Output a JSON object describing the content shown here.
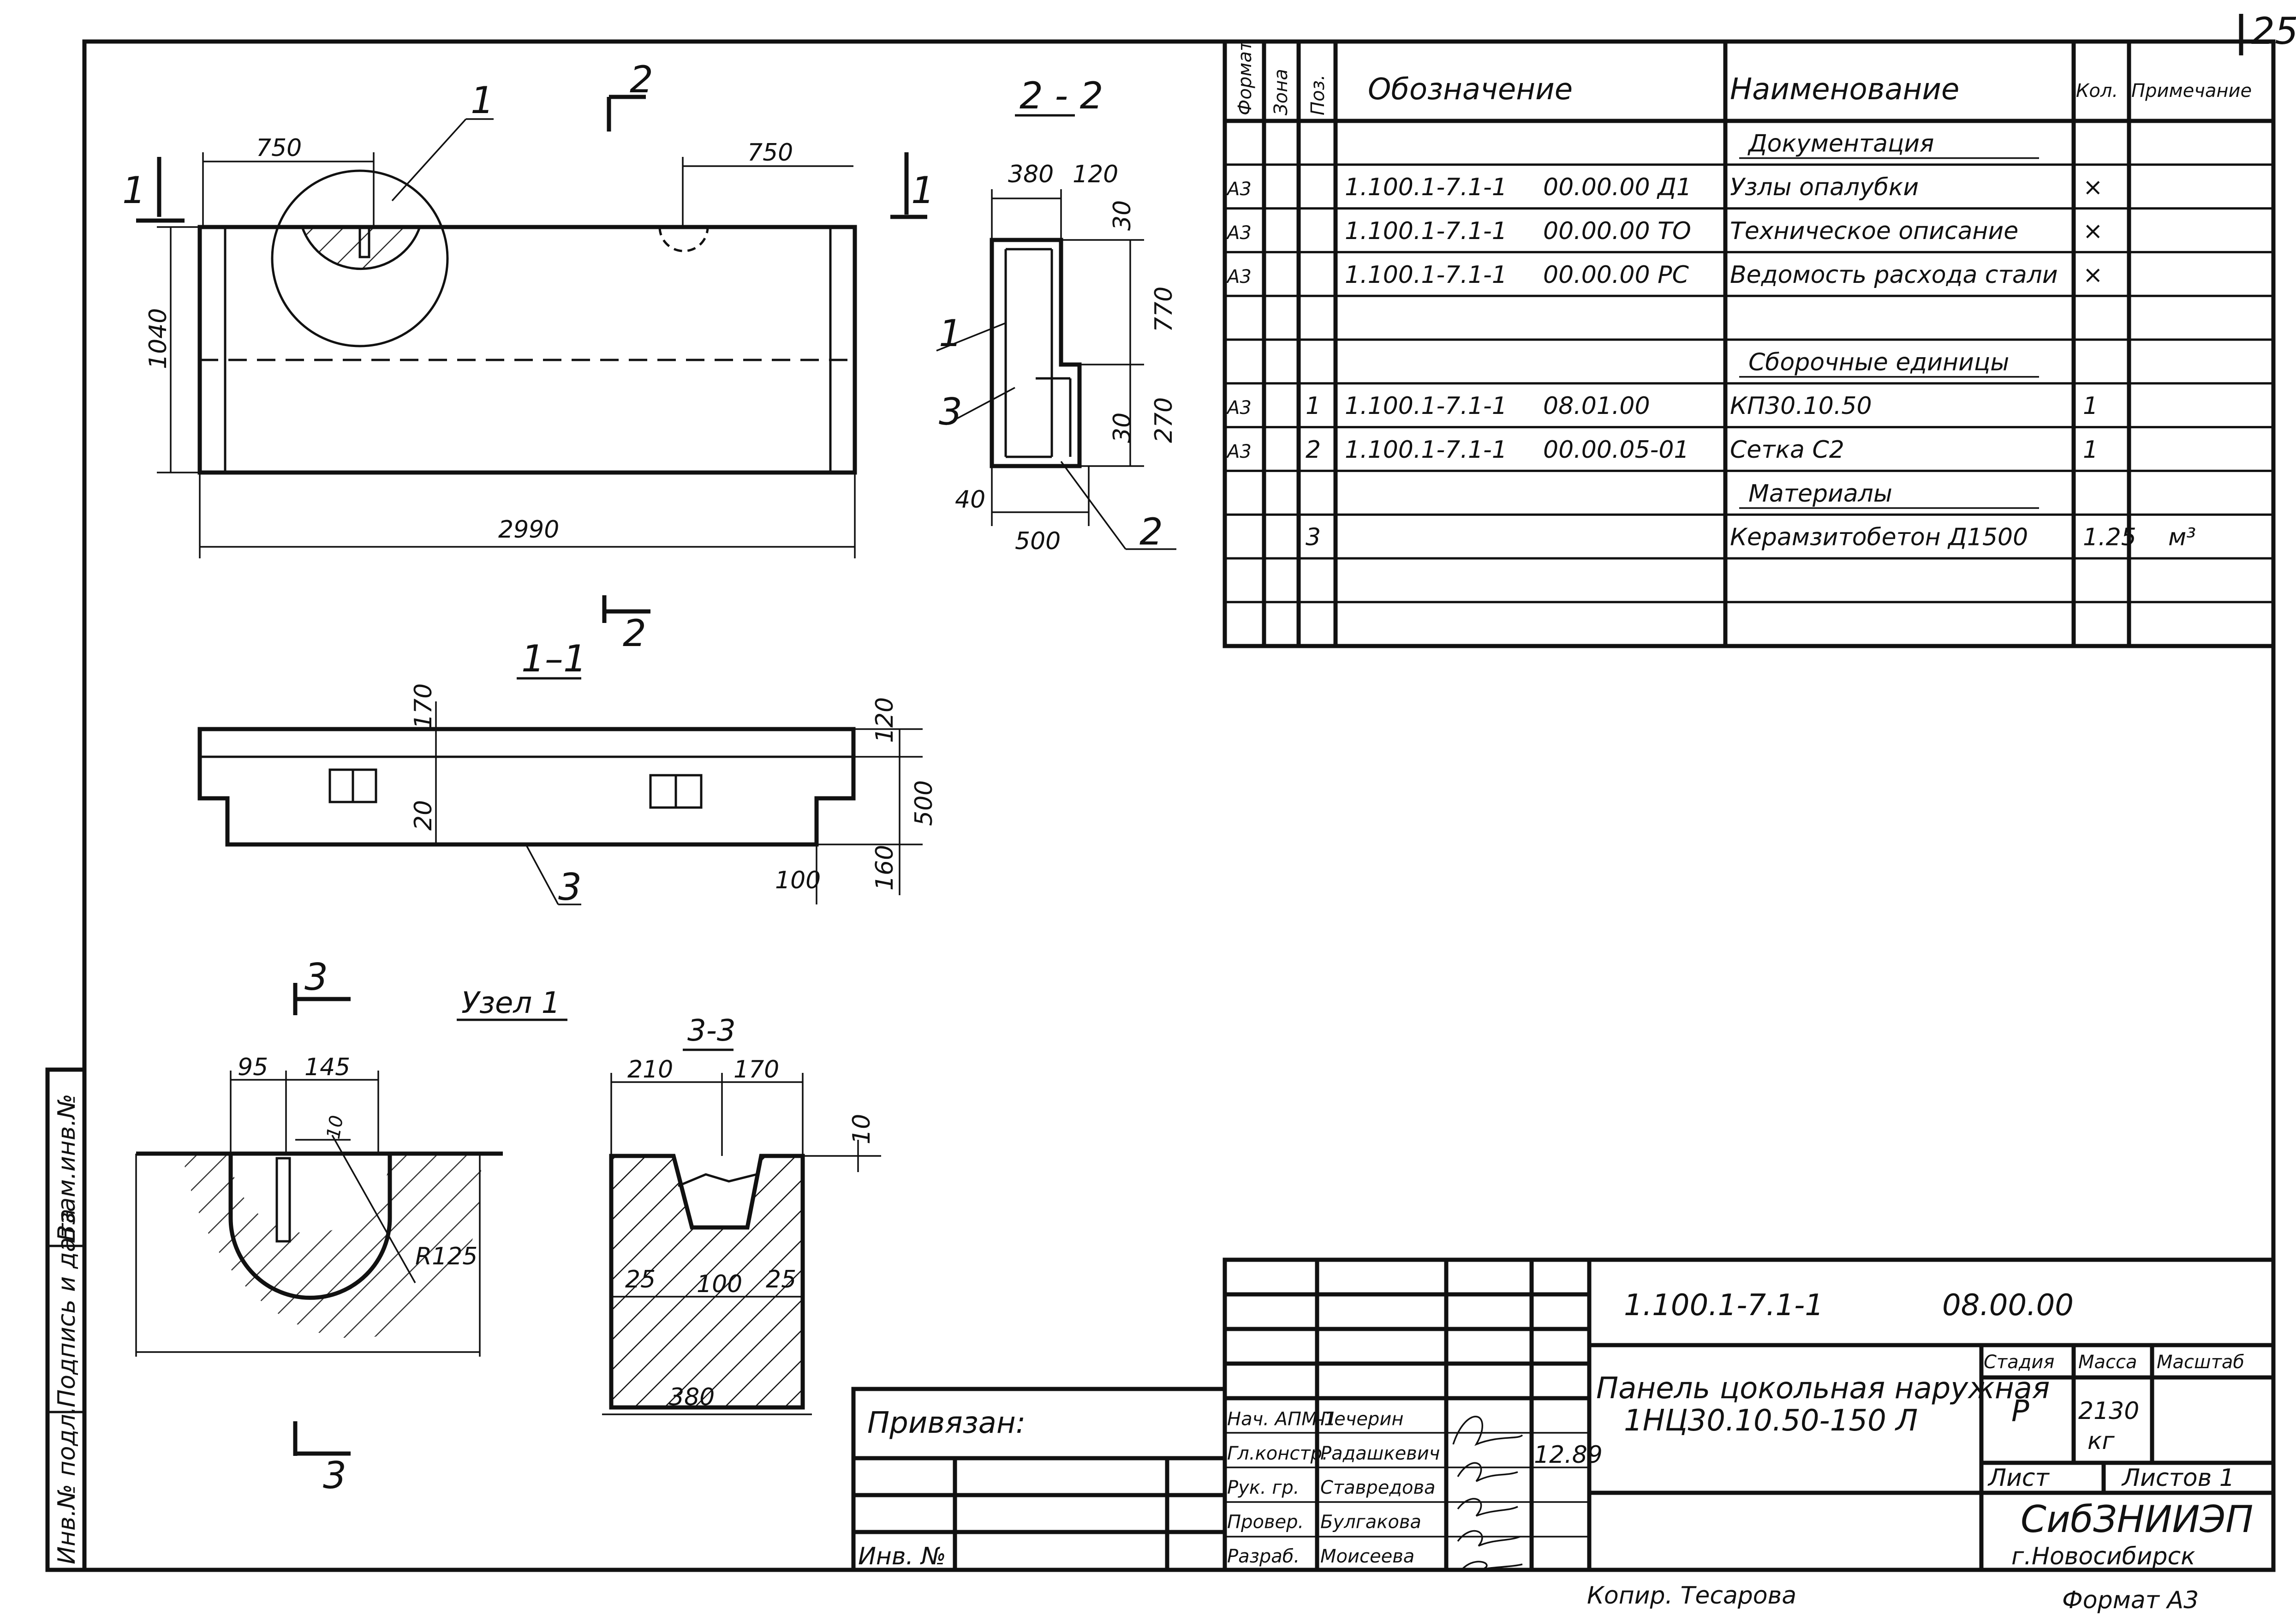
{
  "page_number": "25",
  "views": {
    "main_leader": "1",
    "section_mark_2_top": "2",
    "section_mark_2_bottom": "2",
    "section_mark_1_left": "1",
    "section_mark_1_right": "1",
    "dim_left_750": "750",
    "dim_right_750": "750",
    "dim_height_1040": "1040",
    "dim_length_2990": "2990"
  },
  "section_2_2": {
    "title": "2 - 2",
    "dim_380": "380",
    "dim_120": "120",
    "dim_30_top": "30",
    "dim_770": "770",
    "dim_30_bottom": "30",
    "dim_270": "270",
    "dim_40": "40",
    "dim_500": "500",
    "leader_1": "1",
    "leader_3": "3",
    "leader_2": "2"
  },
  "section_1_1": {
    "title": "1–1",
    "dim_170": "170",
    "dim_20": "20",
    "dim_120": "120",
    "dim_500": "500",
    "dim_160": "160",
    "dim_100": "100",
    "leader_3": "3"
  },
  "node_1": {
    "title": "Узел 1",
    "mark_3_top": "3",
    "mark_3_bottom": "3",
    "dim_95": "95",
    "dim_145": "145",
    "dim_10": "10",
    "radius": "R125"
  },
  "section_3_3": {
    "title": "3-3",
    "dim_210": "210",
    "dim_170": "170",
    "dim_10": "10",
    "dim_25_left": "25",
    "dim_100": "100",
    "dim_25_right": "25",
    "dim_380": "380"
  },
  "spec_table": {
    "headers": {
      "format": "Формат",
      "zone": "Зона",
      "pos": "Поз.",
      "designation": "Обозначение",
      "name": "Наименование",
      "qty": "Кол.",
      "note": "Примечание"
    },
    "rows": [
      {
        "format": "",
        "pos": "",
        "des1": "",
        "des2": "",
        "name": "Документация",
        "qty": "",
        "note": ""
      },
      {
        "format": "А3",
        "pos": "",
        "des1": "1.100.1-7.1-1",
        "des2": "00.00.00 Д1",
        "name": "Узлы опалубки",
        "qty": "×",
        "note": ""
      },
      {
        "format": "А3",
        "pos": "",
        "des1": "1.100.1-7.1-1",
        "des2": "00.00.00 ТО",
        "name": "Техническое описание",
        "qty": "×",
        "note": ""
      },
      {
        "format": "А3",
        "pos": "",
        "des1": "1.100.1-7.1-1",
        "des2": "00.00.00 РС",
        "name": "Ведомость расхода стали",
        "qty": "×",
        "note": ""
      },
      {
        "format": "",
        "pos": "",
        "des1": "",
        "des2": "",
        "name": "",
        "qty": "",
        "note": ""
      },
      {
        "format": "",
        "pos": "",
        "des1": "",
        "des2": "",
        "name": "Сборочные единицы",
        "qty": "",
        "note": ""
      },
      {
        "format": "А3",
        "pos": "1",
        "des1": "1.100.1-7.1-1",
        "des2": "08.01.00",
        "name": "КП30.10.50",
        "qty": "1",
        "note": ""
      },
      {
        "format": "А3",
        "pos": "2",
        "des1": "1.100.1-7.1-1",
        "des2": "00.00.05-01",
        "name": "Сетка С2",
        "qty": "1",
        "note": ""
      },
      {
        "format": "",
        "pos": "",
        "des1": "",
        "des2": "",
        "name": "Материалы",
        "qty": "",
        "note": ""
      },
      {
        "format": "",
        "pos": "3",
        "des1": "",
        "des2": "",
        "name": "Керамзитобетон Д1500",
        "qty": "1.25",
        "note": "м³"
      },
      {
        "format": "",
        "pos": "",
        "des1": "",
        "des2": "",
        "name": "",
        "qty": "",
        "note": ""
      },
      {
        "format": "",
        "pos": "",
        "des1": "",
        "des2": "",
        "name": "",
        "qty": "",
        "note": ""
      }
    ]
  },
  "title_block": {
    "code": "1.100.1-7.1-1",
    "code_suffix": "08.00.00",
    "title_line1": "Панель цокольная наружная",
    "title_line2": "1НЦ30.10.50-150 Л",
    "stage_label": "Стадия",
    "mass_label": "Масса",
    "scale_label": "Масштаб",
    "stage_value": "Р",
    "mass_value": "2130",
    "mass_unit": "кг",
    "sheet_label": "Лист",
    "sheets_label": "Листов 1",
    "org": "СибЗНИИЭП",
    "city": "г.Новосибирск",
    "attached": "Привязан:",
    "inv_no": "Инв. №",
    "date": "12.89",
    "signatures": [
      {
        "role": "Нач. АПМ-1",
        "name": "Печерин"
      },
      {
        "role": "Гл.констр.",
        "name": "Радашкевич"
      },
      {
        "role": "Рук. гр.",
        "name": "Ставредова"
      },
      {
        "role": "Провер.",
        "name": "Булгакова"
      },
      {
        "role": "Разраб.",
        "name": "Моисеева"
      }
    ]
  },
  "side_stamp": {
    "inv_podl": "Инв.№ подл.",
    "sign_date": "Подпись и дата",
    "vzam": "Взам.инв.№"
  },
  "footer": {
    "copied": "Копир. Тесарова",
    "format": "Формат А3"
  }
}
